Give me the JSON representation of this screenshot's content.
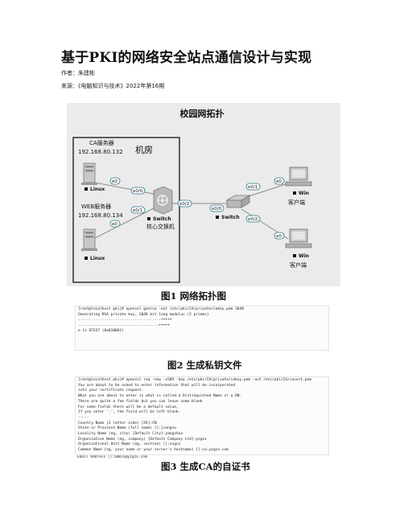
{
  "document": {
    "title": "基于PKI的网络安全站点通信设计与实现",
    "author_line": "作者：朱建彬",
    "source_line": "来源：《电脑知识与技术》2022年第16期"
  },
  "figure1": {
    "heading": "校园网拓扑",
    "room_label": "机房",
    "ca_server": {
      "name": "CA服务器",
      "ip": "192.168.80.132",
      "os": "Linux"
    },
    "web_server": {
      "name": "WEB服务器",
      "ip": "192.168.80.134",
      "os": "Linux"
    },
    "core_switch": {
      "name": "Switch",
      "role": "核心交换机"
    },
    "access_switch": {
      "name": "Switch"
    },
    "client1": {
      "os": "Win",
      "role": "客户端"
    },
    "client2": {
      "os": "Win",
      "role": "客户端"
    },
    "ports": {
      "ca_e0": "e0",
      "web_e0": "e0",
      "core_e00": "e0/0",
      "core_e01": "e0/1",
      "core_e02": "e0/2",
      "acc_e00": "e0/0",
      "acc_e01": "e0/1",
      "acc_e02": "e0/2",
      "c1_e0": "e0",
      "c2_e0": "e0"
    },
    "caption": "图1   网络拓扑图"
  },
  "figure2": {
    "lines": [
      "[root@localhost pki]# openssl genrsa -out /etc/pki/CA/private/cakey.pem 2048",
      "Generating RSA private key, 2048 bit long modulus (2 primes)",
      "......................................+++++",
      ".....................................+++++",
      "e is 65537 (0x010001)"
    ],
    "caption": "图2   生成私钥文件"
  },
  "figure3": {
    "lines": [
      "[root@localhost pki]# openssl req -new -x509 -key /etc/pki/CA/private/cakey.pem -out /etc/pki/CA/cacert.pem",
      "You are about to be asked to enter information that will be incorporated",
      "into your certificate request.",
      "What you are about to enter is what is called a Distinguished Name or a DN.",
      "There are quite a few fields but you can leave some blank",
      "For some fields there will be a default value,",
      "If you enter '.', the field will be left blank.",
      "-----",
      "Country Name (2 letter code) [XX]:CN",
      "State or Province Name (full name) []:jiangsu",
      "Locality Name (eg, city) [Default City]:yangzhou",
      "Organization Name (eg, company) [Default Company Ltd]:yzgzx",
      "Organizational Unit Name (eg, section) []:xxgcx",
      "Common Name (eg, your name or your server's hostname) []:ca.yzgzx.com",
      "Email Address []:admin@yzgzx.com"
    ],
    "caption": "图3   生成CA的自证书"
  }
}
